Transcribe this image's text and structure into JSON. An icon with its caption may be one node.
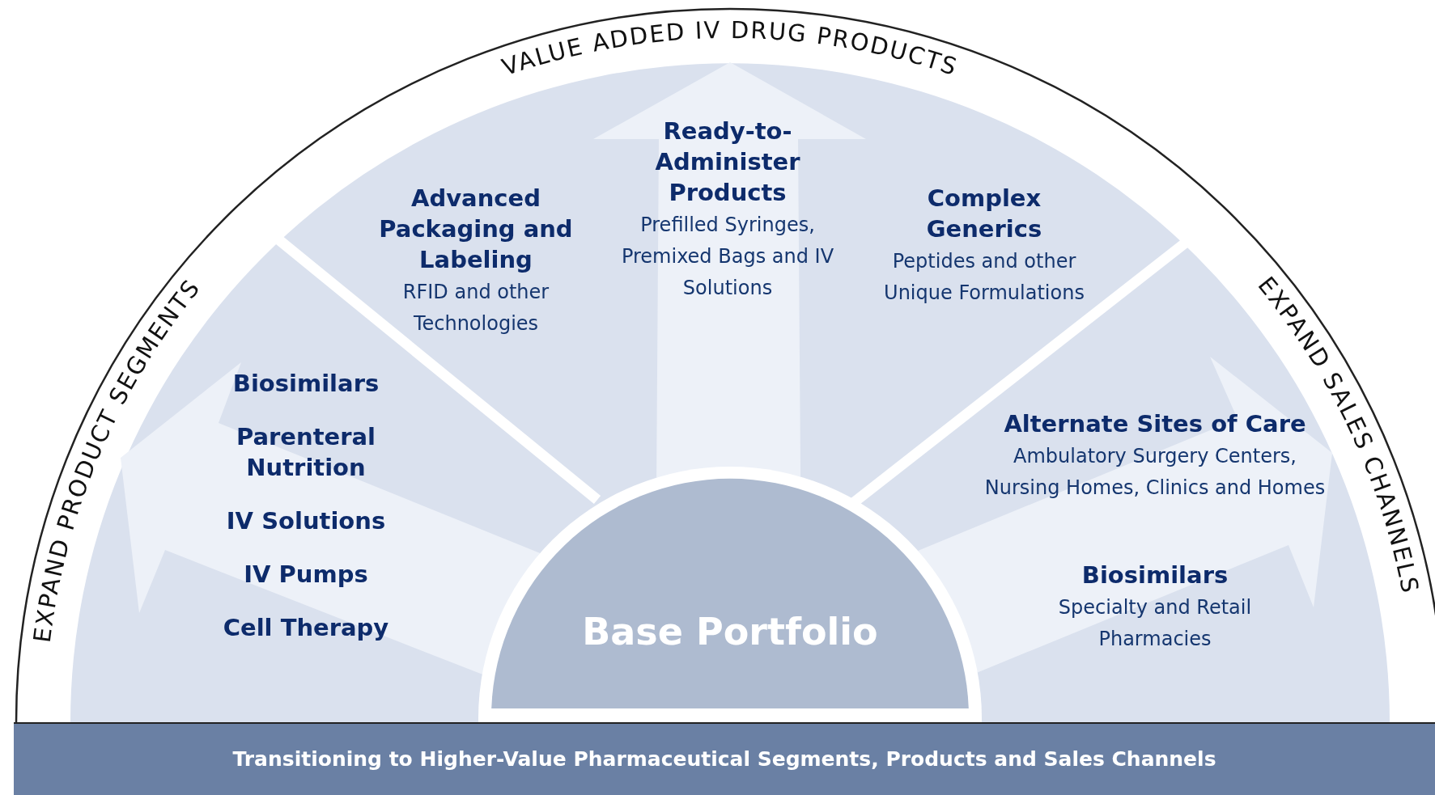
{
  "diagram": {
    "nodes": [
      {
        "text": [
          "Advanced Packaging and Labeling",
          "RFID and other Technologies"
        ]
      },
      {
        "text": [
          "Ready-to-Administer Products",
          "Prefilled Syringes, Premixed Bags and IV Solutions"
        ]
      },
      {
        "text": [
          "Complex Generics",
          "Peptides and other Unique Formulations"
        ]
      },
      {
        "text": [
          "Biosimilars",
          "Parenteral Nutrition",
          "IV Solutions",
          "IV Pumps",
          "Cell Therapy"
        ]
      },
      {
        "text": [
          "Alternate Sites of Care",
          "Ambulatory Surgery Centers, Nursing Homes, Clinics and Homes"
        ]
      },
      {
        "text": [
          "Biosimilars",
          "Specialty and Retail Pharmacies"
        ]
      },
      {
        "text": [
          "Base Portfolio"
        ]
      },
      {
        "text": [
          "Transitioning to Higher-Value Pharmaceutical Segments, Products and Sales Channels"
        ]
      }
    ],
    "edges": [
      {
        "from": 6,
        "to": null,
        "arrow": "to"
      },
      {
        "from": 6,
        "to": null,
        "arrow": "to"
      },
      {
        "from": 6,
        "to": null,
        "arrow": "to"
      }
    ],
    "labels": [
      "VALUE ADDED IV DRUG PRODUCTS",
      "EXPAND PRODUCT SEGMENTS",
      "EXPAND SALES CHANNELS"
    ]
  }
}
